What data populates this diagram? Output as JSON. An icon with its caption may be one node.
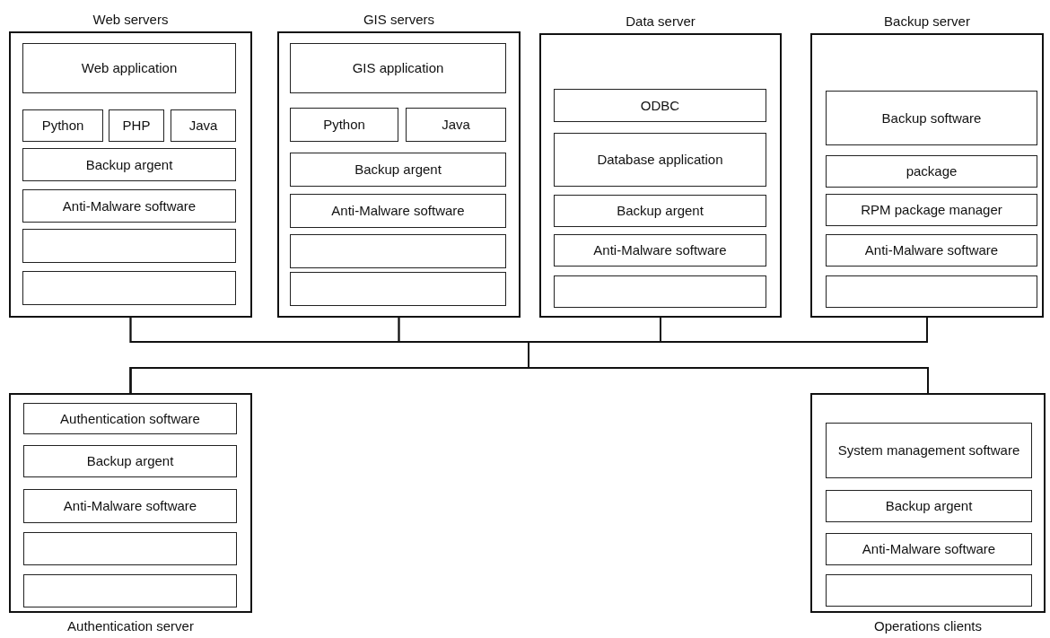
{
  "diagram": {
    "nodes": [
      {
        "text": [
          "Web servers"
        ]
      },
      {
        "text": [
          "Web application"
        ],
        "in": 0
      },
      {
        "text": [
          "Python"
        ],
        "in": 0
      },
      {
        "text": [
          "PHP"
        ],
        "in": 0
      },
      {
        "text": [
          "Java"
        ],
        "in": 0
      },
      {
        "text": [
          "Backup argent"
        ],
        "in": 0
      },
      {
        "text": [
          "Anti-Malware software"
        ],
        "in": 0
      },
      {
        "text": [],
        "shape": "box",
        "in": 0
      },
      {
        "text": [],
        "shape": "box",
        "in": 0
      },
      {
        "text": [
          "GIS servers"
        ]
      },
      {
        "text": [
          "GIS application"
        ],
        "in": 9
      },
      {
        "text": [
          "Python"
        ],
        "in": 9
      },
      {
        "text": [
          "Java"
        ],
        "in": 9
      },
      {
        "text": [
          "Backup argent"
        ],
        "in": 9
      },
      {
        "text": [
          "Anti-Malware software"
        ],
        "in": 9
      },
      {
        "text": [],
        "shape": "box",
        "in": 9
      },
      {
        "text": [],
        "shape": "box",
        "in": 9
      },
      {
        "text": [
          "Data server"
        ]
      },
      {
        "text": [
          "ODBC"
        ],
        "in": 17
      },
      {
        "text": [
          "Database application"
        ],
        "in": 17
      },
      {
        "text": [
          "Backup argent"
        ],
        "in": 17
      },
      {
        "text": [
          "Anti-Malware software"
        ],
        "in": 17
      },
      {
        "text": [],
        "shape": "box",
        "in": 17
      },
      {
        "text": [
          "Backup server"
        ]
      },
      {
        "text": [
          "Backup software"
        ],
        "in": 23
      },
      {
        "text": [
          "package"
        ],
        "in": 23
      },
      {
        "text": [
          "RPM package manager"
        ],
        "in": 23
      },
      {
        "text": [
          "Anti-Malware software"
        ],
        "in": 23
      },
      {
        "text": [],
        "shape": "box",
        "in": 23
      },
      {
        "text": [
          "Authentication server"
        ]
      },
      {
        "text": [
          "Authentication software"
        ],
        "in": 29
      },
      {
        "text": [
          "Backup argent"
        ],
        "in": 29
      },
      {
        "text": [
          "Anti-Malware software"
        ],
        "in": 29
      },
      {
        "text": [],
        "shape": "box",
        "in": 29
      },
      {
        "text": [],
        "shape": "box",
        "in": 29
      },
      {
        "text": [
          "Operations clients"
        ]
      },
      {
        "text": [
          "System management software"
        ],
        "in": 35
      },
      {
        "text": [
          "Backup argent"
        ],
        "in": 35
      },
      {
        "text": [
          "Anti-Malware software"
        ],
        "in": 35
      },
      {
        "text": [],
        "shape": "box",
        "in": 35
      }
    ],
    "edges": [
      {
        "from": 0,
        "to": 29,
        "arrow": "none"
      },
      {
        "from": 0,
        "to": 35,
        "arrow": "none"
      },
      {
        "from": 9,
        "to": 29,
        "arrow": "none"
      },
      {
        "from": 9,
        "to": 35,
        "arrow": "none"
      },
      {
        "from": 17,
        "to": 29,
        "arrow": "none"
      },
      {
        "from": 17,
        "to": 35,
        "arrow": "none"
      },
      {
        "from": 23,
        "to": 29,
        "arrow": "none"
      },
      {
        "from": 23,
        "to": 35,
        "arrow": "none"
      }
    ]
  }
}
